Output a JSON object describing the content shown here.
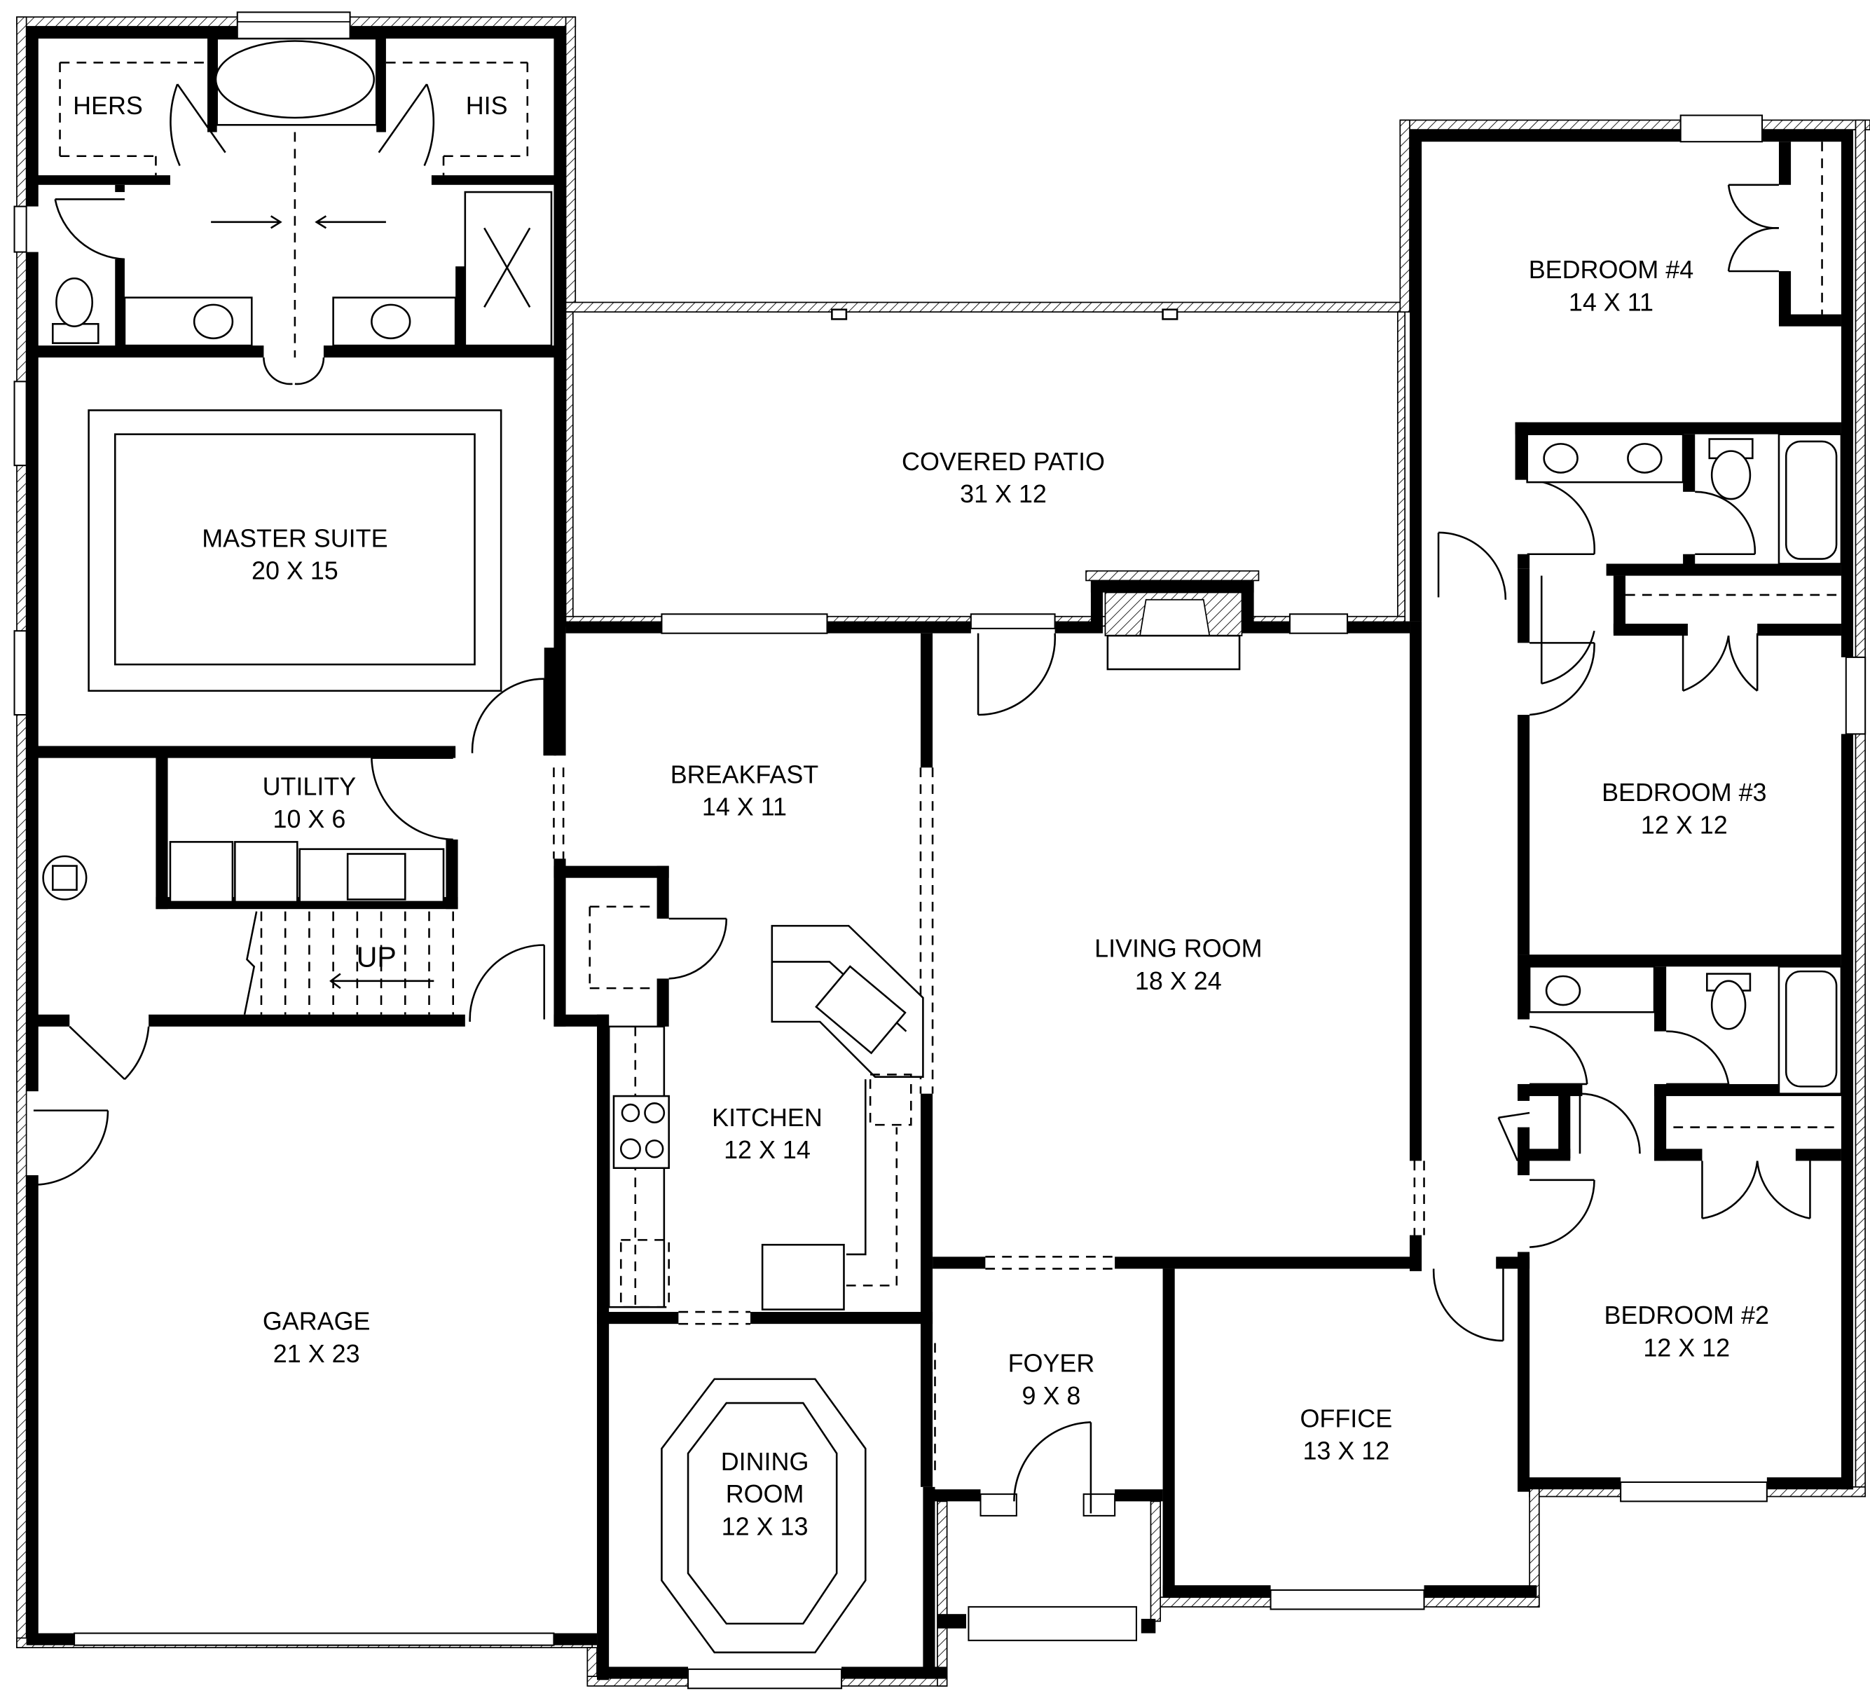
{
  "plan": {
    "title": "Single-story floor plan",
    "rooms": [
      {
        "id": "hers",
        "name": "HERS",
        "size": ""
      },
      {
        "id": "his",
        "name": "HIS",
        "size": ""
      },
      {
        "id": "master-suite",
        "name": "MASTER SUITE",
        "size": "20 X 15"
      },
      {
        "id": "covered-patio",
        "name": "COVERED PATIO",
        "size": "31 X 12"
      },
      {
        "id": "bedroom-4",
        "name": "BEDROOM #4",
        "size": "14 X 11"
      },
      {
        "id": "bedroom-3",
        "name": "BEDROOM #3",
        "size": "12 X 12"
      },
      {
        "id": "bedroom-2",
        "name": "BEDROOM #2",
        "size": "12 X 12"
      },
      {
        "id": "utility",
        "name": "UTILITY",
        "size": "10 X 6"
      },
      {
        "id": "breakfast",
        "name": "BREAKFAST",
        "size": "14 X 11"
      },
      {
        "id": "living-room",
        "name": "LIVING ROOM",
        "size": "18 X 24"
      },
      {
        "id": "kitchen",
        "name": "KITCHEN",
        "size": "12 X 14"
      },
      {
        "id": "garage",
        "name": "GARAGE",
        "size": "21 X 23"
      },
      {
        "id": "foyer",
        "name": "FOYER",
        "size": "9 X 8"
      },
      {
        "id": "office",
        "name": "OFFICE",
        "size": "13 X 12"
      },
      {
        "id": "dining-room",
        "name": "DINING ROOM",
        "name_line1": "DINING",
        "name_line2": "ROOM",
        "size": "12 X 13"
      }
    ],
    "stairs_label": "UP"
  }
}
